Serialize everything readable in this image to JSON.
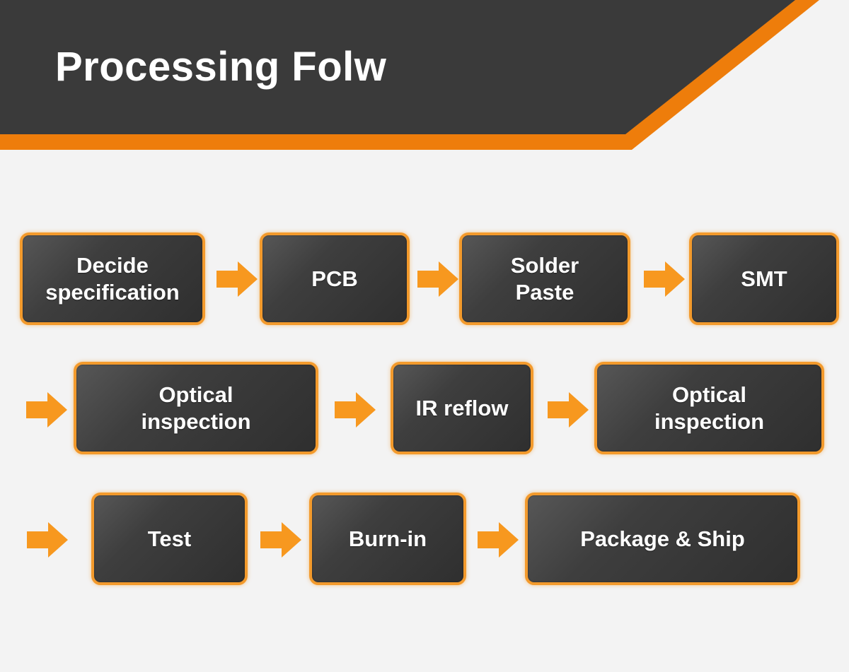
{
  "header": {
    "title": "Processing Folw"
  },
  "colors": {
    "header_bg": "#3a3a3a",
    "accent": "#ee7d0b",
    "arrow": "#f7981f",
    "box_border": "#f39a2c",
    "box_fill": "#3e3e3e",
    "page_bg": "#f3f3f3",
    "text": "#ffffff"
  },
  "flow": {
    "steps": [
      {
        "label": "Decide\nspecification"
      },
      {
        "label": "PCB"
      },
      {
        "label": "Solder\nPaste"
      },
      {
        "label": "SMT"
      },
      {
        "label": "Optical\ninspection"
      },
      {
        "label": "IR reflow"
      },
      {
        "label": "Optical\ninspection"
      },
      {
        "label": "Test"
      },
      {
        "label": "Burn-in"
      },
      {
        "label": "Package & Ship"
      }
    ],
    "connector_icon": "arrow-right-icon"
  }
}
